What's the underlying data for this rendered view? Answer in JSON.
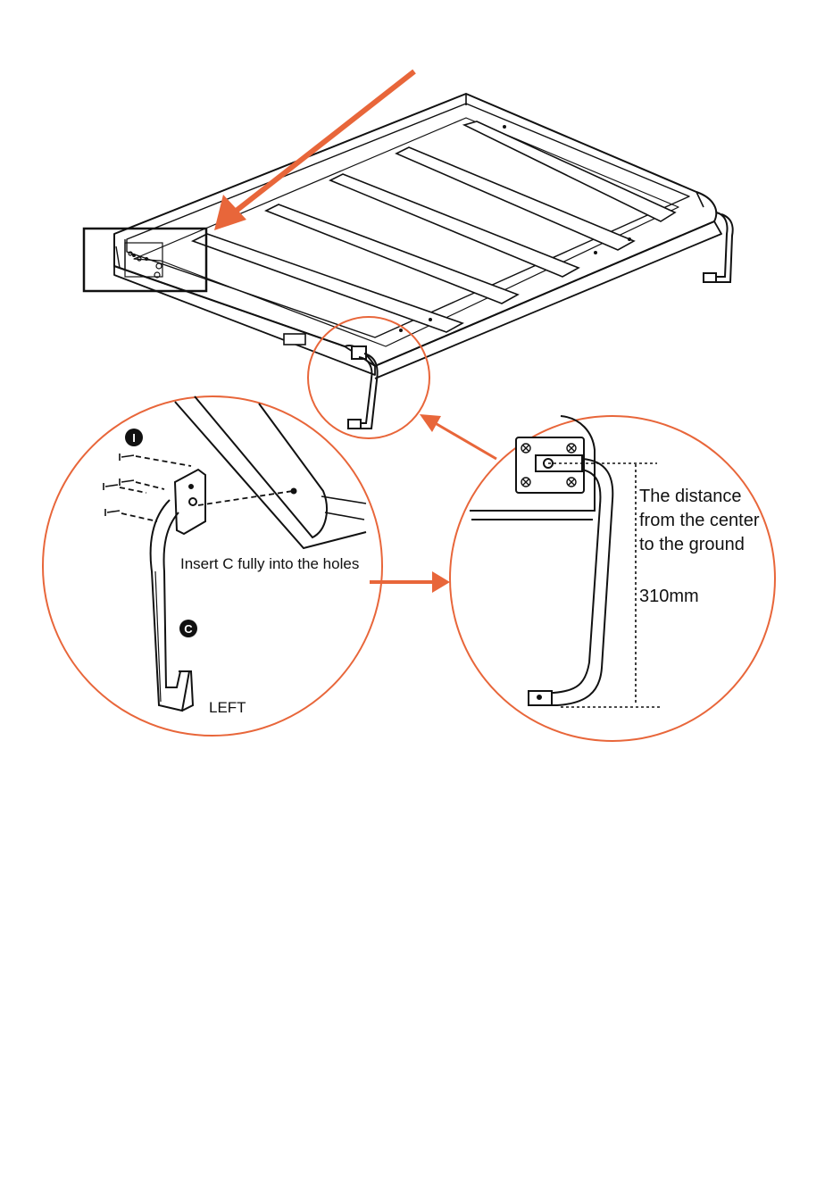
{
  "labels": {
    "part_i": "I",
    "part_c": "C",
    "insert_instruction": "Insert C fully into the holes",
    "side": "LEFT",
    "distance_line1": "The distance",
    "distance_line2": "from the center",
    "distance_line3": "to the ground",
    "distance_value": "310mm"
  },
  "colors": {
    "accent": "#e8663a",
    "line": "#111111",
    "background": "#ffffff"
  },
  "icons": [
    "arrow-icon",
    "screw-icon",
    "leg-bracket-icon"
  ]
}
